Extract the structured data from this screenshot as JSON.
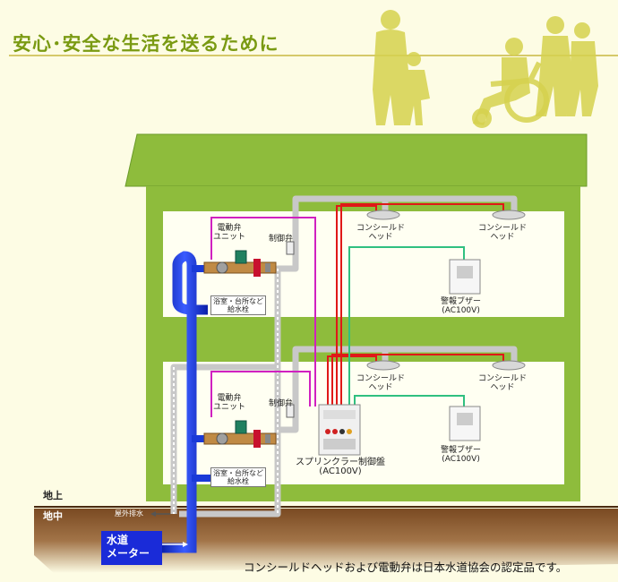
{
  "title": "安心･安全な生活を送るために",
  "floors": {
    "upper": {
      "valve_unit_lines": [
        "電動弁",
        "ユニット"
      ],
      "control_valve": "制御弁",
      "faucet_lines": [
        "浴室・台所など",
        "給水栓"
      ],
      "head_left_lines": [
        "コンシールド",
        "ヘッド"
      ],
      "head_right_lines": [
        "コンシールド",
        "ヘッド"
      ],
      "buzzer_lines": [
        "警報ブザー",
        "(AC100V)"
      ]
    },
    "lower": {
      "valve_unit_lines": [
        "電動弁",
        "ユニット"
      ],
      "control_valve": "制御弁",
      "faucet_lines": [
        "浴室・台所など",
        "給水栓"
      ],
      "head_left_lines": [
        "コンシールド",
        "ヘッド"
      ],
      "head_right_lines": [
        "コンシールド",
        "ヘッド"
      ],
      "buzzer_lines": [
        "警報ブザー",
        "(AC100V)"
      ],
      "panel_lines": [
        "スプリンクラー制御盤",
        "(AC100V)"
      ]
    }
  },
  "ground": {
    "above": "地上",
    "below": "地中",
    "drain": "屋外排水"
  },
  "meter_lines": [
    "水道",
    "メーター"
  ],
  "footnote": "コンシールドヘッドおよび電動弁は日本水道協会の認定品です。",
  "colors": {
    "background": "#fdfce4",
    "house": "#8ebc3c",
    "title": "#7a9a12",
    "water_pipe": "#1a3ad8",
    "signal_red": "#e01818",
    "signal_magenta": "#d020c0",
    "signal_green": "#30c080",
    "earth": "#8a5a30"
  }
}
